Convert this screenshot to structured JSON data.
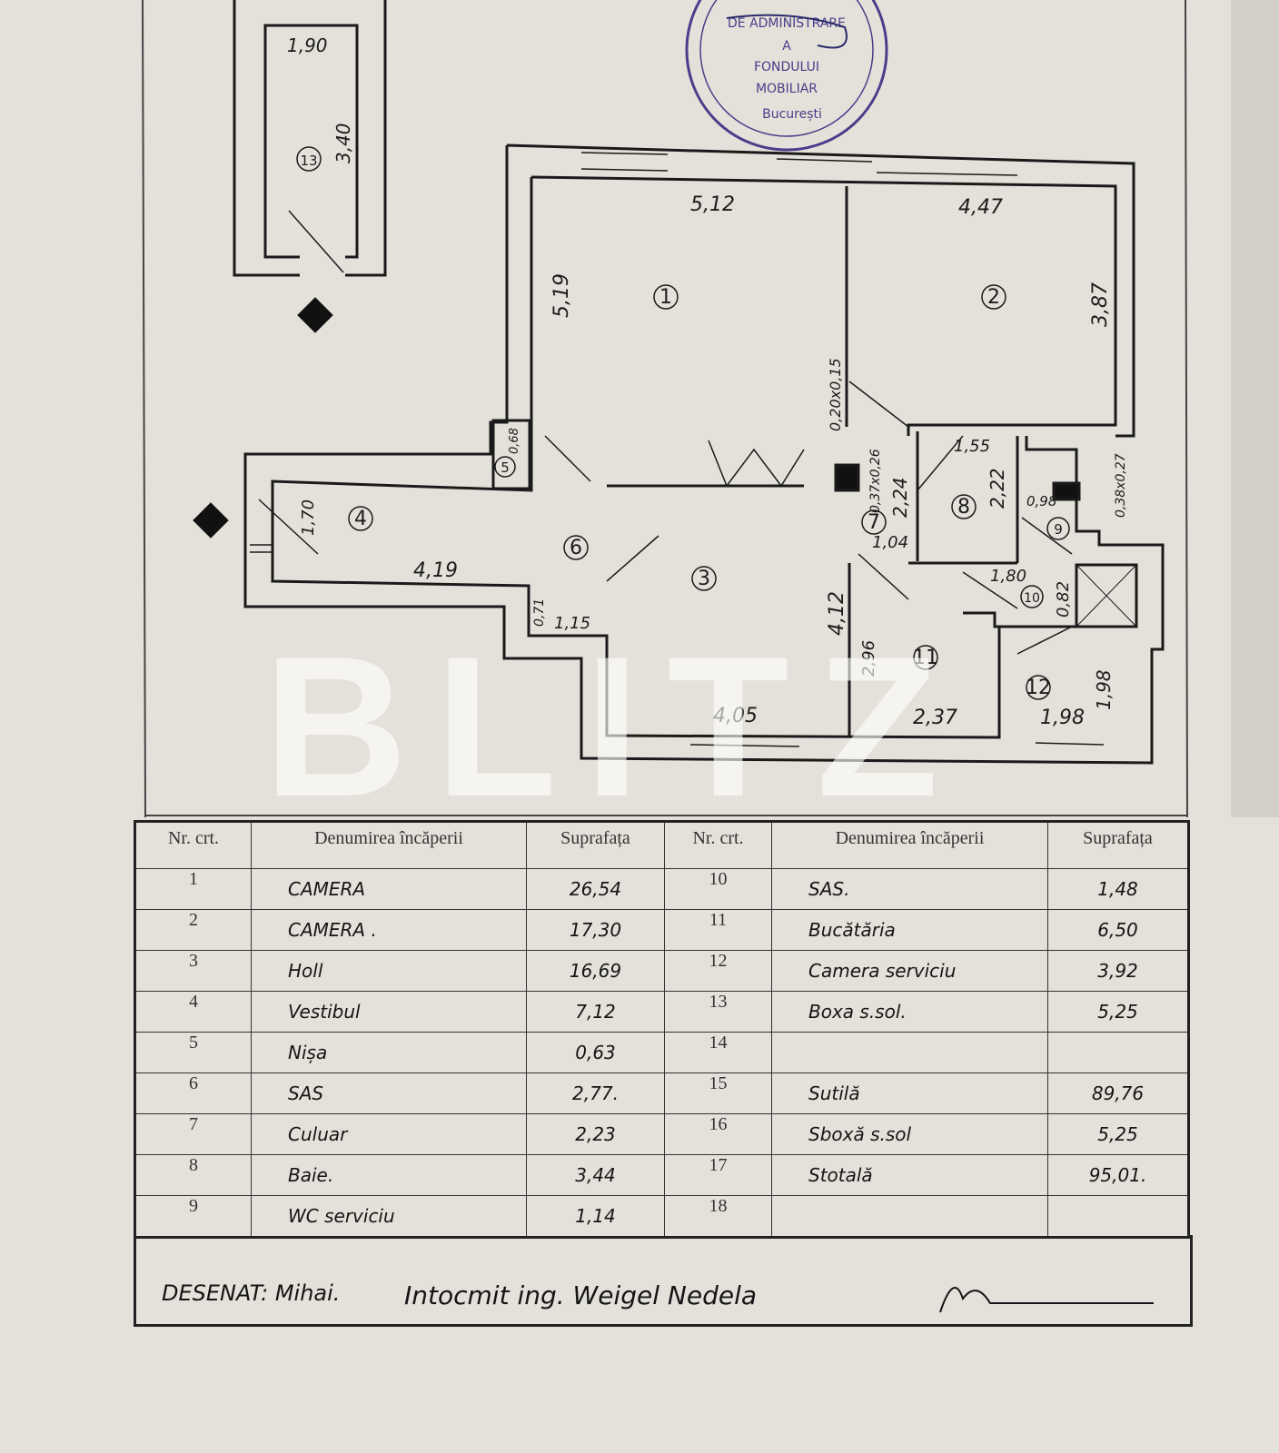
{
  "stamp": {
    "text": "P.M.B. - DIRECȚIA GEN. DE ADMINISTRARE A FONDULUI MOBILIAR București",
    "color": "#4a3d8a"
  },
  "watermark": "BLITZ",
  "plan": {
    "room_numbers": [
      "1",
      "2",
      "3",
      "4",
      "5",
      "6",
      "7",
      "8",
      "9",
      "10",
      "11",
      "12",
      "13"
    ],
    "dimensions": {
      "r1_w": "5,12",
      "r2_w": "4,47",
      "r1_h": "5,19",
      "r2_h": "3,87",
      "col": "0,20x0,15",
      "nisa": "0,68",
      "col2": "0,37x0,26",
      "d224": "2,24",
      "d155": "1,55",
      "d222": "2,22",
      "d098": "0,98",
      "col3": "0,38x0,27",
      "d170": "1,70",
      "d419": "4,19",
      "d104": "1,04",
      "d180": "1,80",
      "d082": "0,82",
      "d071": "0,71",
      "d115": "1,15",
      "d412": "4,12",
      "d296": "2,96",
      "d405": "4,05",
      "d237": "2,37",
      "d198a": "1,98",
      "d198b": "1,98",
      "d190": "1,90",
      "d340": "3,40"
    }
  },
  "table": {
    "headers": [
      "Nr. crt.",
      "Denumirea încăperii",
      "Suprafața",
      "Nr. crt.",
      "Denumirea încăperii",
      "Suprafața"
    ],
    "left": [
      {
        "nr": "1",
        "name": "CAMERA",
        "area": "26,54"
      },
      {
        "nr": "2",
        "name": "CAMERA .",
        "area": "17,30"
      },
      {
        "nr": "3",
        "name": "Holl",
        "area": "16,69"
      },
      {
        "nr": "4",
        "name": "Vestibul",
        "area": "7,12"
      },
      {
        "nr": "5",
        "name": "Nișa",
        "area": "0,63"
      },
      {
        "nr": "6",
        "name": "SAS",
        "area": "2,77."
      },
      {
        "nr": "7",
        "name": "Culuar",
        "area": "2,23"
      },
      {
        "nr": "8",
        "name": "Baie.",
        "area": "3,44"
      },
      {
        "nr": "9",
        "name": "WC serviciu",
        "area": "1,14"
      }
    ],
    "right": [
      {
        "nr": "10",
        "name": "SAS.",
        "area": "1,48"
      },
      {
        "nr": "11",
        "name": "Bucătăria",
        "area": "6,50"
      },
      {
        "nr": "12",
        "name": "Camera serviciu",
        "area": "3,92"
      },
      {
        "nr": "13",
        "name": "Boxa s.sol.",
        "area": "5,25"
      },
      {
        "nr": "14",
        "name": "",
        "area": ""
      },
      {
        "nr": "15",
        "name": "Sutilă",
        "area": "89,76"
      },
      {
        "nr": "16",
        "name": "Sboxă s.sol",
        "area": "5,25"
      },
      {
        "nr": "17",
        "name": "Stotală",
        "area": "95,01."
      },
      {
        "nr": "18",
        "name": "",
        "area": ""
      }
    ]
  },
  "footer": {
    "drawn": "DESENAT: Mihai.",
    "prepared": "Intocmit ing. Weigel Nedela"
  }
}
